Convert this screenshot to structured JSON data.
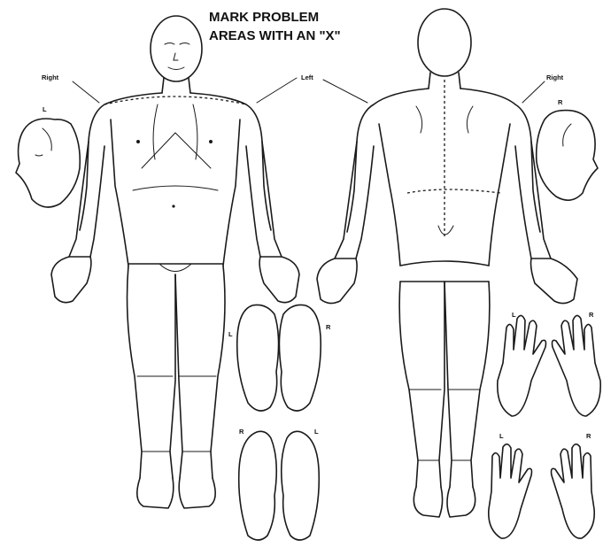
{
  "title": {
    "line1": "MARK PROBLEM",
    "line2": "AREAS WITH AN \"X\""
  },
  "front_view": {
    "label_right": "Right",
    "label_left": "Left",
    "head_profile_label": "L",
    "sole_top_left": "L",
    "sole_top_right": "R",
    "sole_bottom_left": "R",
    "sole_bottom_right": "L"
  },
  "back_view": {
    "label_right": "Right",
    "head_profile_label": "R",
    "hands_top_left": "L",
    "hands_top_right": "R",
    "hands_bottom_left": "L",
    "hands_bottom_right": "R"
  },
  "colors": {
    "ink": "#1a1a1a",
    "paper": "#ffffff"
  }
}
